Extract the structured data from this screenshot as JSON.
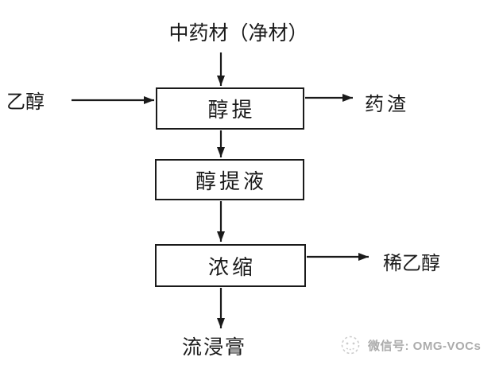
{
  "diagram": {
    "source_node": "中药材（净材）",
    "boxes": [
      {
        "id": "extract",
        "label": "醇提"
      },
      {
        "id": "liquid",
        "label": "醇提液"
      },
      {
        "id": "concentrate",
        "label": "浓缩"
      }
    ],
    "side_labels": {
      "ethanol_in": "乙醇",
      "residue_out": "药渣",
      "dilute_ethanol_out": "稀乙醇",
      "fluid_extract_out": "流浸膏"
    },
    "flow": [
      "中药材（净材） -> 醇提",
      "乙醇 -> 醇提",
      "醇提 -> 药渣",
      "醇提 -> 醇提液",
      "醇提液 -> 浓缩",
      "浓缩 -> 稀乙醇",
      "浓缩 -> 流浸膏"
    ],
    "colors": {
      "line": "#1a1a1a",
      "text": "#1a1a1a",
      "background": "#ffffff",
      "watermark": "#ababab"
    }
  },
  "watermark": {
    "icon": "watermark-logo-icon",
    "text": "微信号: OMG-VOCs"
  }
}
